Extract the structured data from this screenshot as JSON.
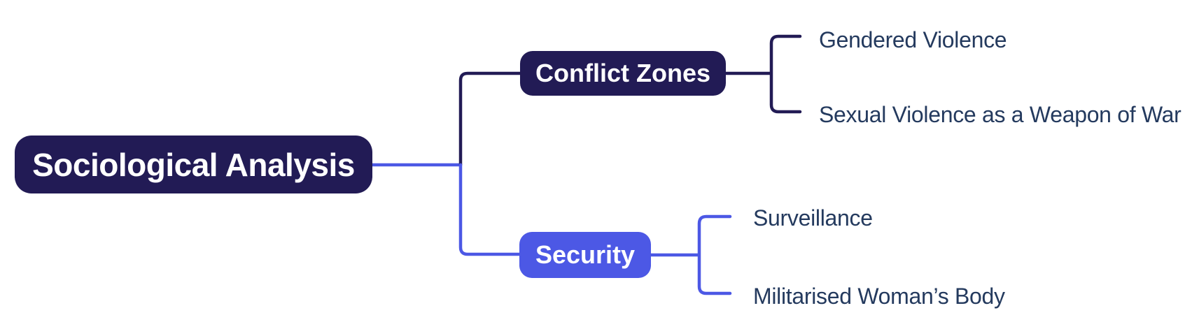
{
  "theme": {
    "background": "#ffffff",
    "navy": "#221b55",
    "blue": "#4c58e5",
    "leaf_text": "#243a5e",
    "node_text": "#ffffff"
  },
  "mindmap": {
    "root": {
      "label": "Sociological Analysis"
    },
    "branches": [
      {
        "label": "Conflict Zones",
        "children": [
          {
            "label": "Gendered Violence"
          },
          {
            "label": "Sexual Violence as a Weapon of War"
          }
        ]
      },
      {
        "label": "Security",
        "children": [
          {
            "label": "Surveillance"
          },
          {
            "label": "Militarised Woman’s Body"
          }
        ]
      }
    ]
  }
}
